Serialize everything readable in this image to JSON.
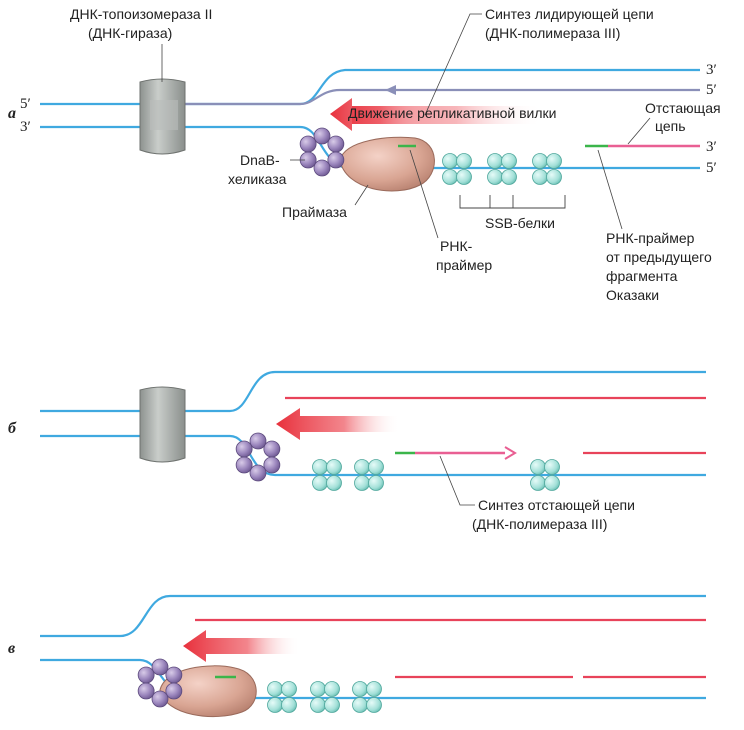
{
  "panels": {
    "a": "а",
    "b": "б",
    "c": "в"
  },
  "labels": {
    "topoisomerase_line1": "ДНК-топоизомераза II",
    "topoisomerase_line2": "(ДНК-гираза)",
    "leading_synth_line1": "Синтез лидирующей цепи",
    "leading_synth_line2": "(ДНК-полимераза III)",
    "fork_movement": "Движение репликативной вилки",
    "lagging_strand_line1": "Отстающая",
    "lagging_strand_line2": "цепь",
    "dnab_line1": "DnaB-",
    "dnab_line2": "хеликаза",
    "primase": "Праймаза",
    "rna_primer_line1": "РНК-",
    "rna_primer_line2": "праймер",
    "ssb": "SSB-белки",
    "prev_primer_line1": "РНК-праймер",
    "prev_primer_line2": "от предыдущего",
    "prev_primer_line3": "фрагмента",
    "prev_primer_line4": "Оказаки",
    "lagging_synth_line1": "Синтез отстающей цепи",
    "lagging_synth_line2": "(ДНК-полимераза III)"
  },
  "ends": {
    "five_prime": "5′",
    "three_prime": "3′"
  },
  "colors": {
    "dna_parent": "#3fa9e0",
    "leading_new": "#8a8fb8",
    "lagging_new": "#e8435a",
    "primer": "#3bb54a",
    "lagging_pink": "#e95f93",
    "helicase": "#9b86bd",
    "primase_body": "#d9a593",
    "ssb": "#9fdcd4",
    "gyrase": "#a9aeab",
    "fork_arrow": "#e83a45"
  }
}
